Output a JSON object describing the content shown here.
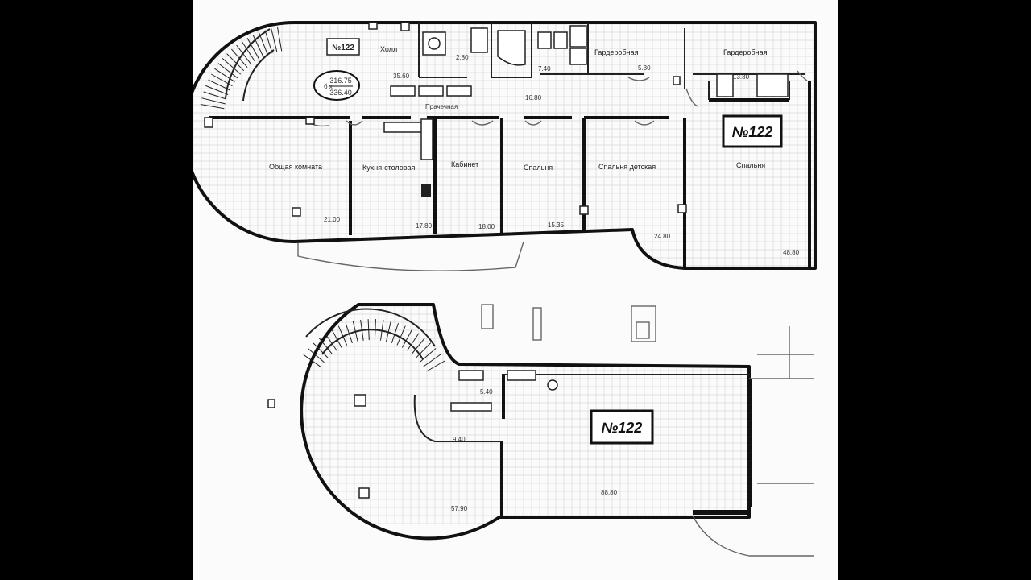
{
  "upper_floor": {
    "apartment_tag": "№122",
    "area_prefix": "б х",
    "area_total_a": "316.75",
    "area_total_b": "336.40",
    "badge": "№122",
    "rooms": {
      "hall_label": "Холл",
      "hall_area": "35.60",
      "wc_area": "2.80",
      "bath_area": "7.40",
      "wardrobe1_label": "Гардеробная",
      "wardrobe1_area": "5.30",
      "wardrobe2_label": "Гардеробная",
      "wardrobe2_area": "13.80",
      "corridor_area": "16.80",
      "laundry_label": "Прачечная",
      "living_label": "Общая комната",
      "living_area": "21.00",
      "kitchen_label": "Кухня-столовая",
      "kitchen_area": "17.80",
      "study_label": "Кабинет",
      "study_area": "18.00",
      "bedroom_label": "Спальня",
      "bedroom_area": "15.35",
      "kidsroom_label": "Спальня детская",
      "kidsroom_area": "24.80",
      "master_label": "Спальня",
      "master_area": "48.80"
    }
  },
  "lower_floor": {
    "badge": "№122",
    "rooms": {
      "stair_hall_area": "57.90",
      "corridor_area": "9.40",
      "small_area": "5.40",
      "main_area": "88.80"
    }
  }
}
